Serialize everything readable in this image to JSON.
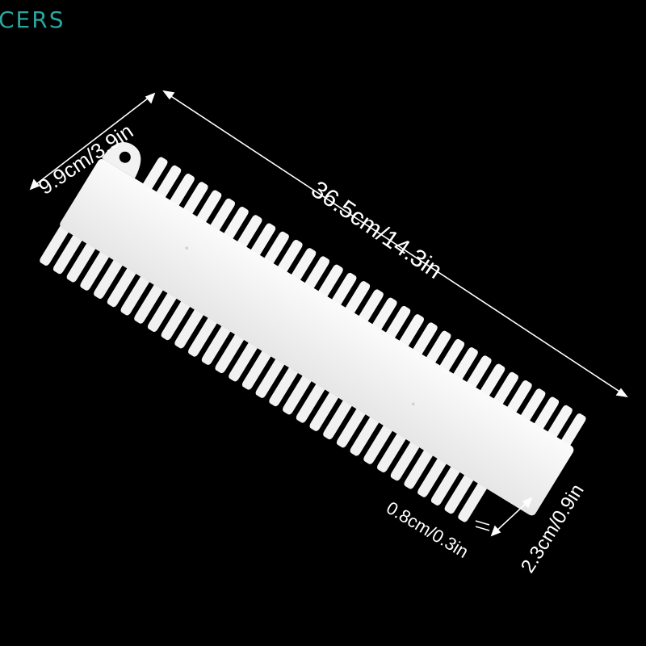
{
  "brand": {
    "text": "CERS",
    "color": "#2aa6a1"
  },
  "colors": {
    "background": "#000000",
    "product": "#f4f4f4",
    "product_shadow": "#d9d9d9",
    "dimension_lines": "#ffffff"
  },
  "dimensions": {
    "length": "36.5cm/14.3in",
    "width": "9.9cm/3.9in",
    "tooth_width": "0.8cm/0.3in",
    "tooth_length": "2.3cm/0.9in"
  },
  "product": {
    "description_icon": "nail-color-display-board",
    "teeth_per_side": 32
  }
}
